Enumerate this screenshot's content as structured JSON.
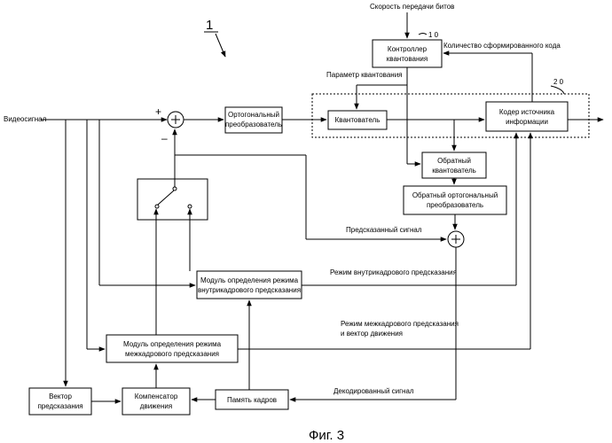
{
  "figure_number": "1",
  "caption": "Фиг. 3",
  "labels": {
    "video_signal": "Видеосигнал",
    "bitrate": "Скорость передачи битов",
    "ref_10": "1 0",
    "ref_20": "2 0",
    "code_amount": "Количество сформированного кода",
    "quant_param": "Параметр квантования",
    "plus_sign": "+",
    "minus_sign": "–",
    "predicted_signal": "Предсказанный сигнал",
    "intra_mode": "Режим внутрикадрового предсказания",
    "inter_mode_line1": "Режим межкадрового предсказания",
    "inter_mode_line2": "и вектор движения",
    "decoded_signal": "Декодированный сигнал"
  },
  "blocks": {
    "quant_controller": [
      "Контроллер",
      "квантования"
    ],
    "orthogonal_transform": [
      "Ортогональный",
      "преобразователь"
    ],
    "quantizer": [
      "Квантователь"
    ],
    "source_coder": [
      "Кодер источника",
      "информации"
    ],
    "inverse_quantizer": [
      "Обратный",
      "квантователь"
    ],
    "inverse_orthogonal": [
      "Обратный ортогональный",
      "преобразователь"
    ],
    "intra_mode_module": [
      "Модуль определения режима",
      "внутрикадрового предсказания"
    ],
    "inter_mode_module": [
      "Модуль определения режима",
      "межкадрового предсказания"
    ],
    "prediction_vector": [
      "Вектор",
      "предсказания"
    ],
    "motion_compensator": [
      "Компенсатор",
      "движения"
    ],
    "frame_memory": [
      "Память кадров"
    ]
  }
}
